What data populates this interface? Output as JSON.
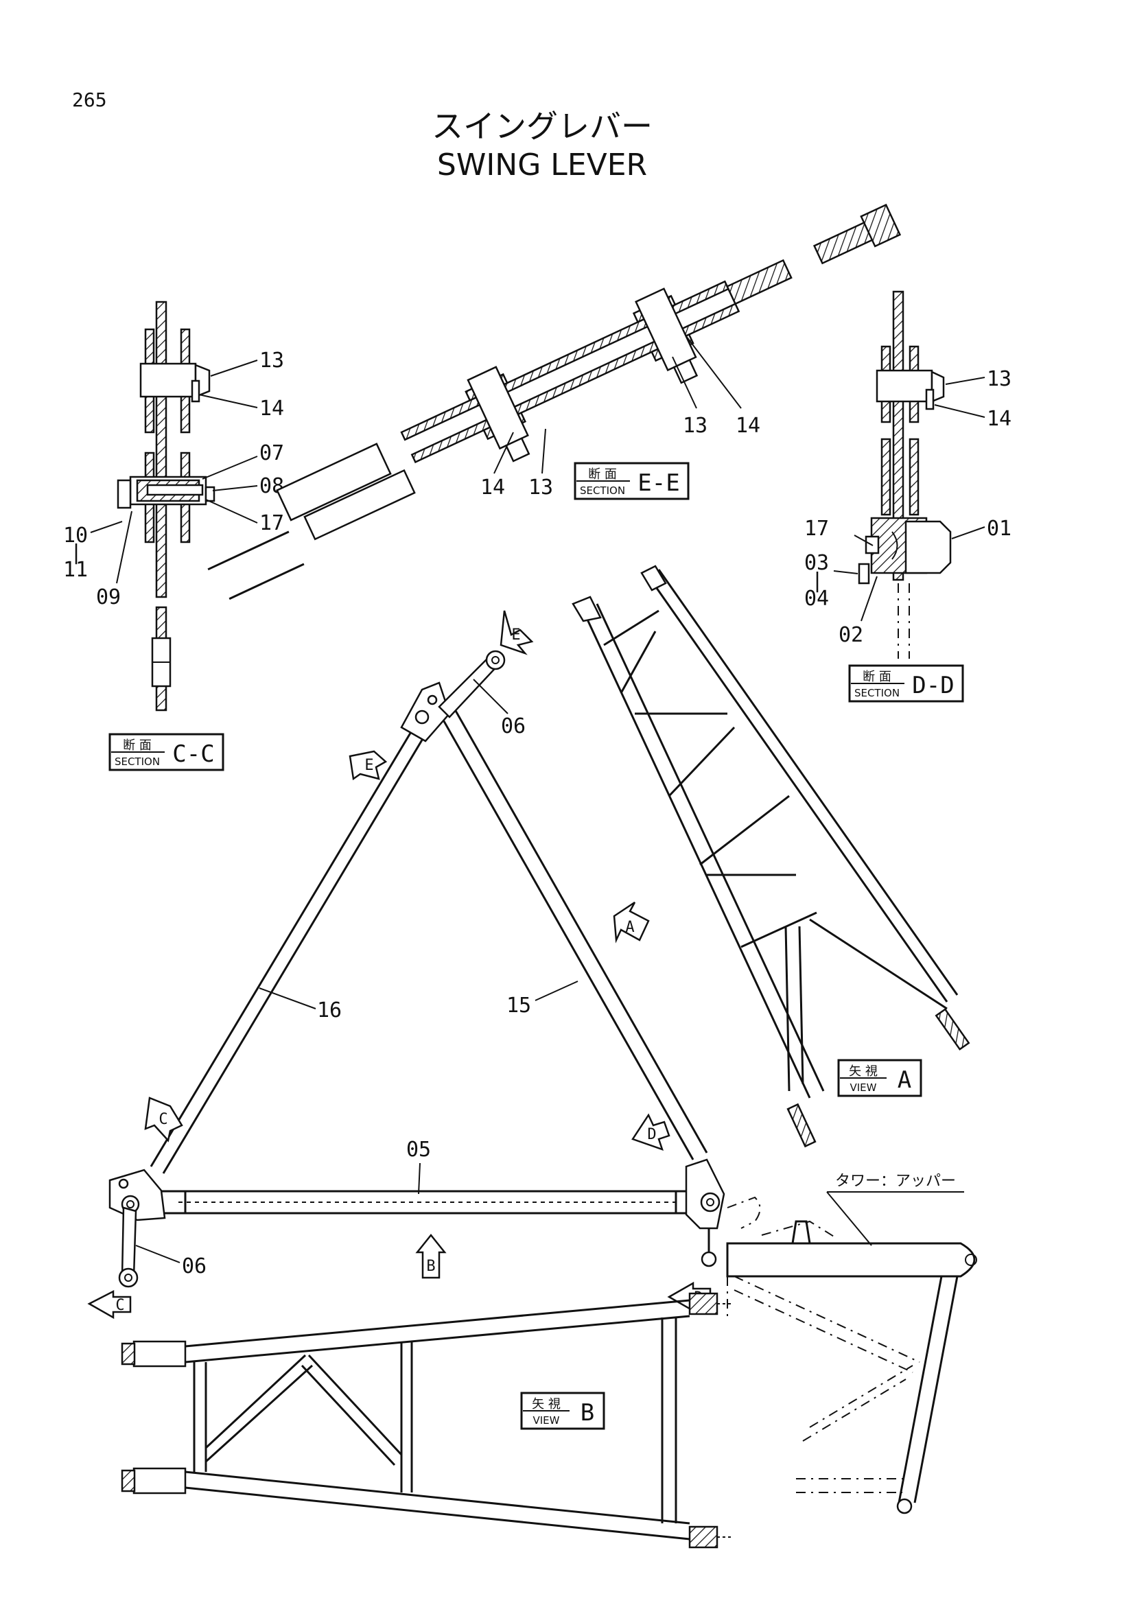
{
  "page_number": "265",
  "title_jp": "スイングレバー",
  "title_en": "SWING LEVER",
  "section_labels": {
    "cc": {
      "kanji": "断 面",
      "sub": "SECTION",
      "letter": "C-C"
    },
    "dd": {
      "kanji": "断 面",
      "sub": "SECTION",
      "letter": "D-D"
    },
    "ee": {
      "kanji": "断 面",
      "sub": "SECTION",
      "letter": "E-E"
    }
  },
  "view_labels": {
    "a": {
      "kanji": "矢 視",
      "sub": "VIEW",
      "letter": "A"
    },
    "b": {
      "kanji": "矢 視",
      "sub": "VIEW",
      "letter": "B"
    }
  },
  "arrow_markers": {
    "a": "A",
    "b": "B",
    "c": "C",
    "d": "D",
    "e": "E"
  },
  "callouts": {
    "cc_13": "13",
    "cc_14": "14",
    "cc_07": "07",
    "cc_08": "08",
    "cc_17": "17",
    "cc_10": "10",
    "cc_dash": "|",
    "cc_11": "11",
    "cc_09": "09",
    "ee_14a": "14",
    "ee_13a": "13",
    "ee_13b": "13",
    "ee_14b": "14",
    "dd_13": "13",
    "dd_14": "14",
    "dd_17": "17",
    "dd_01": "01",
    "dd_03": "03",
    "dd_dash": "|",
    "dd_04": "04",
    "dd_02": "02",
    "p06_top": "06",
    "p16": "16",
    "p15": "15",
    "p05": "05",
    "p06_bottom": "06"
  },
  "tower_label": "タワー：アッパー"
}
